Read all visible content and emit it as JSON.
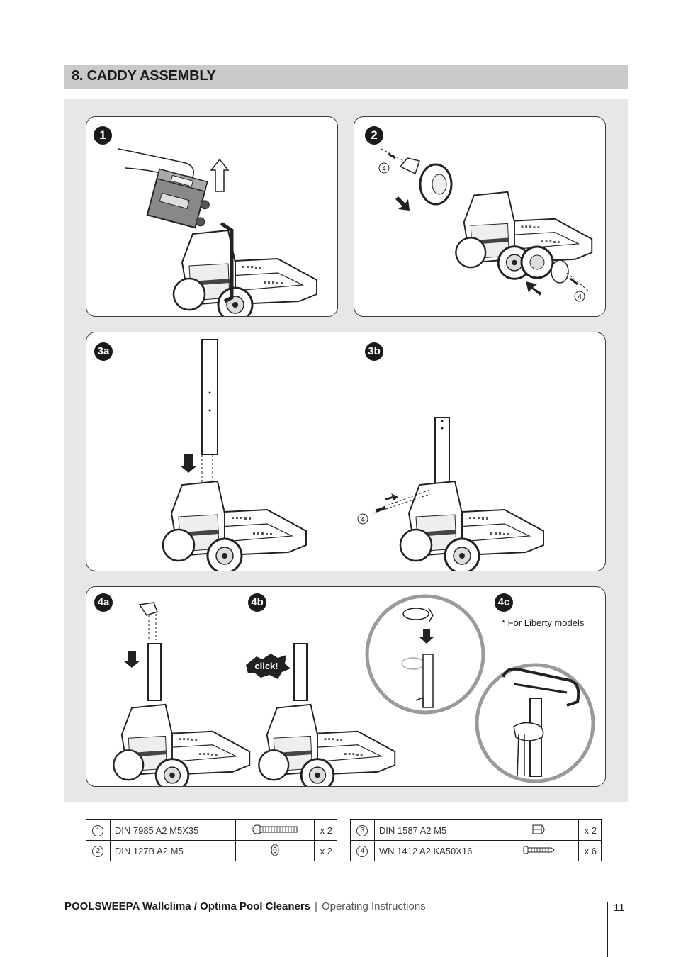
{
  "section": {
    "title": "8.  CADDY ASSEMBLY"
  },
  "steps": {
    "s1": "1",
    "s2": "2",
    "s3a": "3a",
    "s3b": "3b",
    "s4a": "4a",
    "s4b": "4b",
    "s4c": "4c"
  },
  "callouts": {
    "part4": "4",
    "click": "click!"
  },
  "note": "* For Liberty models",
  "parts_table_left": [
    {
      "num": "1",
      "name": "DIN 7985 A2 M5X35",
      "icon": "screw-icon",
      "qty": "x 2"
    },
    {
      "num": "2",
      "name": "DIN 127B A2 M5",
      "icon": "spring-washer-icon",
      "qty": "x 2"
    }
  ],
  "parts_table_right": [
    {
      "num": "3",
      "name": "DIN 1587 A2 M5",
      "icon": "cap-nut-icon",
      "qty": "x 2"
    },
    {
      "num": "4",
      "name": "WN 1412 A2 KA50X16",
      "icon": "tapping-screw-icon",
      "qty": "x 6"
    }
  ],
  "footer": {
    "brand": "POOLSWEEPA  Wallclima / Optima Pool Cleaners",
    "separator": "|",
    "subtitle": "Operating Instructions",
    "page": "11"
  },
  "colors": {
    "section_bar": "#c9c9c9",
    "grey_area": "#e6e7e8",
    "badge": "#1a1a1a"
  }
}
